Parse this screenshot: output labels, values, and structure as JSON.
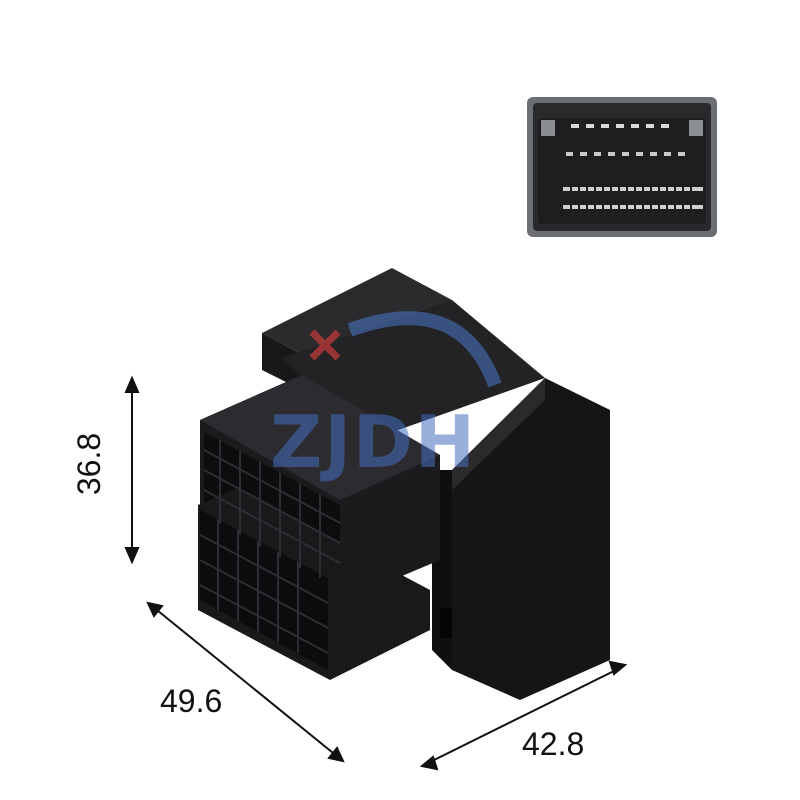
{
  "dimensions": {
    "height": "36.8",
    "depth": "49.6",
    "width": "42.8"
  },
  "watermark": {
    "text": "ZJDH"
  },
  "colors": {
    "connector_body": "#1c1c1e",
    "connector_shadow": "#0e0e10",
    "connector_highlight": "#3a3a3e",
    "face_border": "#6b6e73",
    "watermark_blue": "#4a78c8",
    "watermark_red": "#c83a3a",
    "dimension_line": "#111111"
  },
  "icons": {
    "logo": "zjdh-logo-icon",
    "arrow": "arrowhead-icon"
  }
}
